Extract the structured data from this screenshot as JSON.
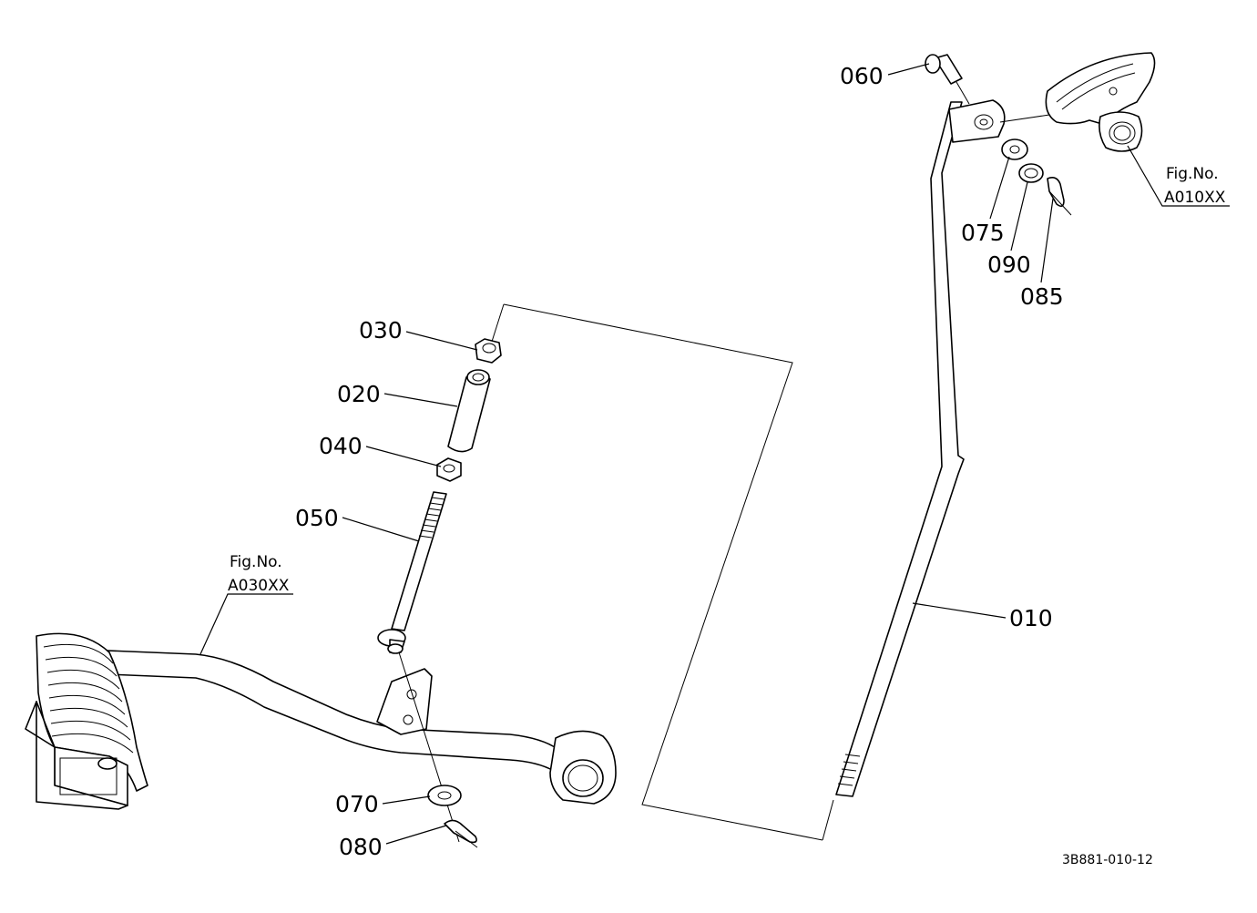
{
  "callouts": {
    "c060": "060",
    "c075": "075",
    "c090": "090",
    "c085": "085",
    "c030": "030",
    "c020": "020",
    "c040": "040",
    "c050": "050",
    "c010": "010",
    "c070": "070",
    "c080": "080"
  },
  "figure_refs": {
    "top_right": {
      "label": "Fig.No.",
      "code": "A010XX"
    },
    "left": {
      "label": "Fig.No.",
      "code": "A030XX"
    }
  },
  "drawing_code": "3B881-010-12"
}
